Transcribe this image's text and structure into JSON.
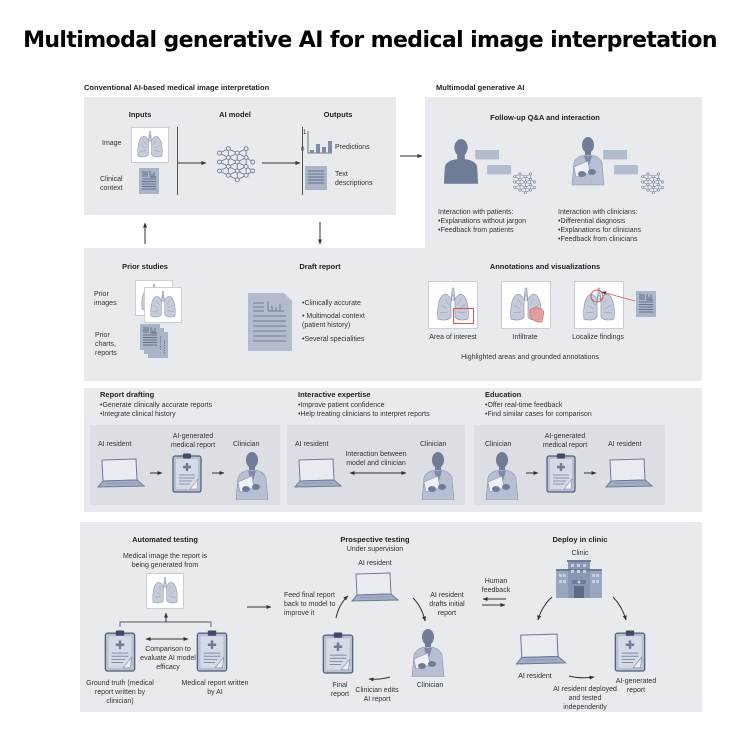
{
  "title": "Multimodal generative AI for medical image interpretation",
  "conventional": {
    "section_label": "Conventional AI-based medical image interpretation",
    "inputs_heading": "Inputs",
    "image_label": "Image",
    "clinical_context_label": "Clinical context",
    "model_heading": "AI model",
    "outputs_heading": "Outputs",
    "axis_top": "1",
    "axis_bottom": "0",
    "predictions_label": "Predictions",
    "text_descriptions_label": "Text descriptions"
  },
  "multimodal": {
    "section_label": "Multimodal generative AI",
    "followup_heading": "Follow-up Q&A and interaction",
    "patients": {
      "heading": "Interaction with patients:",
      "items": [
        "Explanations without jargon",
        "Feedback from patients"
      ]
    },
    "clinicians": {
      "heading": "Interaction with clinicians:",
      "items": [
        "Differential diagnosis",
        "Explanations for clinicians",
        "Feedback from clinicians"
      ]
    }
  },
  "prior": {
    "heading": "Prior studies",
    "images_label": "Prior images",
    "charts_label": "Prior charts, reports"
  },
  "draft": {
    "heading": "Draft report",
    "items": [
      "Clinically accurate",
      "Multimodal context (patient history)",
      "Several specialities"
    ]
  },
  "annotations": {
    "heading": "Annotations and visualizations",
    "items": [
      "Area of interest",
      "Infiltrate",
      "Localize findings"
    ],
    "caption": "Highlighted areas and grounded annotations"
  },
  "use_cases": [
    {
      "heading": "Report drafting",
      "bullets": [
        "Generate clinically accurate reports",
        "Integrate clinical history"
      ],
      "labels": [
        "AI resident",
        "AI-generated medical report",
        "Clinician"
      ]
    },
    {
      "heading": "Interactive expertise",
      "bullets": [
        "Improve patient confidence",
        "Help treating clinicians to interpret reports"
      ],
      "labels": [
        "AI resident",
        "Interaction between model and clinician",
        "Clinician"
      ]
    },
    {
      "heading": "Education",
      "bullets": [
        "Offer real-time feedback",
        "Find similar cases for comparison"
      ],
      "labels": [
        "Clinician",
        "AI-generated medical report",
        "AI resident"
      ]
    }
  ],
  "automated": {
    "heading": "Automated testing",
    "image_caption": "Medical image the report is being generated from",
    "comparison": "Comparison to evaluate AI model efficacy",
    "ground_truth": "Ground truth (medical report written by clinician)",
    "ai_report": "Medical report written by AI"
  },
  "prospective": {
    "heading": "Prospective testing",
    "subheading": "Under supervision",
    "ai_resident": "AI resident",
    "feed_back": "Feed final report back to model to improve it",
    "drafts": "AI resident drafts initial report",
    "final_report": "Final report",
    "clinician_edits": "Clinician edits AI report",
    "clinician": "Clinician"
  },
  "human_feedback": "Human feedback",
  "deploy": {
    "heading": "Deploy in clinic",
    "clinic": "Clinic",
    "ai_resident": "AI resident",
    "ai_report": "AI-generated report",
    "deployed": "AI resident deployed and tested independently"
  },
  "colors": {
    "panel": "#e9eaee",
    "inner_panel": "#dcdee3",
    "icon_blue": "#7d8aa8",
    "icon_light": "#b3bccf",
    "annotation_red": "#d9534f"
  }
}
